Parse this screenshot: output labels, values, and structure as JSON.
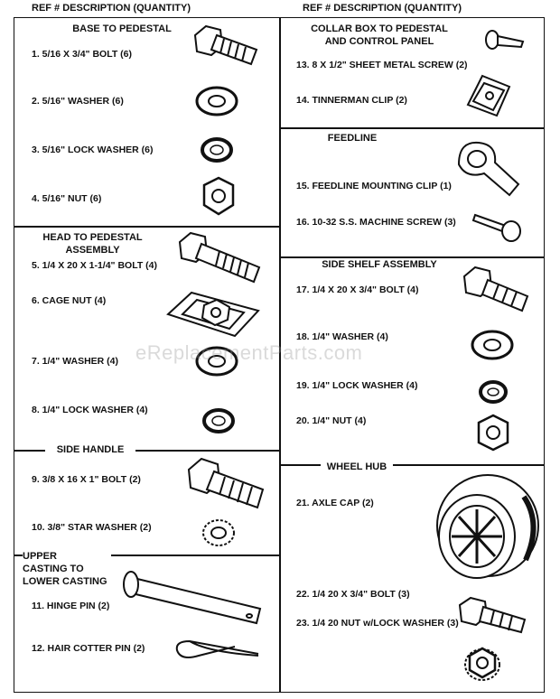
{
  "header": {
    "left": "REF # DESCRIPTION (QUANTITY)",
    "right": "REF # DESCRIPTION (QUANTITY)"
  },
  "sections": {
    "base_to_pedestal": {
      "title": "BASE TO PEDESTAL",
      "items": [
        "1. 5/16 X 3/4\" BOLT (6)",
        "2. 5/16\" WASHER (6)",
        "3. 5/16\" LOCK WASHER (6)",
        "4. 5/16\" NUT (6)"
      ]
    },
    "head_to_pedestal": {
      "title_line1": "HEAD TO PEDESTAL",
      "title_line2": "ASSEMBLY",
      "items": [
        "5. 1/4 X 20 X 1-1/4\" BOLT (4)",
        "6. CAGE NUT (4)",
        "7. 1/4\" WASHER (4)",
        "8. 1/4\" LOCK WASHER (4)"
      ]
    },
    "side_handle": {
      "title": "SIDE HANDLE",
      "items": [
        "9. 3/8 X 16 X 1\" BOLT (2)",
        "10. 3/8\" STAR WASHER (2)"
      ]
    },
    "upper_casting": {
      "title_line1": "UPPER",
      "title_line2": "CASTING TO",
      "title_line3": "LOWER CASTING",
      "items": [
        "11. HINGE PIN (2)",
        "12.  HAIR COTTER PIN (2)"
      ]
    },
    "collar_box": {
      "title_line1": "COLLAR BOX TO PEDESTAL",
      "title_line2": "AND CONTROL PANEL",
      "items": [
        "13. 8 X 1/2\" SHEET METAL SCREW (2)",
        "14. TINNERMAN CLIP (2)"
      ]
    },
    "feedline": {
      "title": "FEEDLINE",
      "items": [
        "15. FEEDLINE MOUNTING CLIP (1)",
        "16. 10-32 S.S. MACHINE SCREW (3)"
      ]
    },
    "side_shelf": {
      "title": "SIDE SHELF ASSEMBLY",
      "items": [
        "17. 1/4 X 20 X 3/4\" BOLT (4)",
        "18. 1/4\" WASHER (4)",
        "19. 1/4\" LOCK WASHER (4)",
        "20. 1/4\" NUT (4)"
      ]
    },
    "wheel_hub": {
      "title": "WHEEL HUB",
      "items": [
        "21. AXLE CAP (2)",
        "22. 1/4  20 X 3/4\" BOLT (3)",
        "23. 1/4  20 NUT w/LOCK WASHER (3)"
      ]
    }
  },
  "watermark": "eReplacementParts.com",
  "colors": {
    "ink": "#111111",
    "watermark": "#969696"
  }
}
